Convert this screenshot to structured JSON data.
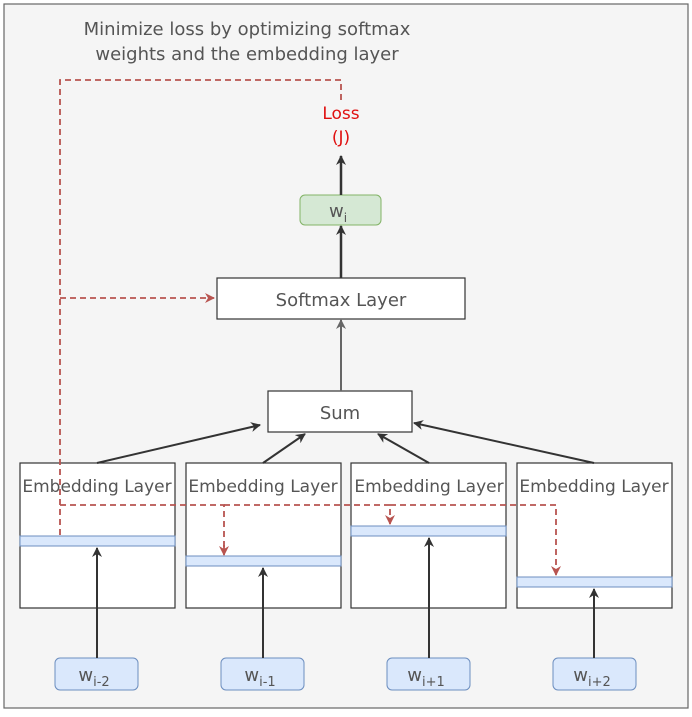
{
  "caption": {
    "line1": "Minimize loss by optimizing softmax",
    "line2": "weights and the embedding layer"
  },
  "loss": {
    "line1": "Loss",
    "line2": "(J)"
  },
  "target_word": {
    "base": "w",
    "sub": "i"
  },
  "softmax": {
    "label": "Softmax Layer"
  },
  "sum": {
    "label": "Sum"
  },
  "embedding_layers": [
    {
      "label": "Embedding Layer"
    },
    {
      "label": "Embedding Layer"
    },
    {
      "label": "Embedding Layer"
    },
    {
      "label": "Embedding Layer"
    }
  ],
  "context_words": [
    {
      "base": "w",
      "sub": "i-2"
    },
    {
      "base": "w",
      "sub": "i-1"
    },
    {
      "base": "w",
      "sub": "i+1"
    },
    {
      "base": "w",
      "sub": "i+2"
    }
  ],
  "colors": {
    "background": "#f5f5f5",
    "loss_text": "#e01010",
    "dashed_feedback": "#b85450",
    "embedding_row": "#dae8fc",
    "embedding_row_border": "#6c8ebf",
    "target_fill": "#d5e8d4",
    "target_border": "#82b366",
    "caption_text": "#555555"
  }
}
